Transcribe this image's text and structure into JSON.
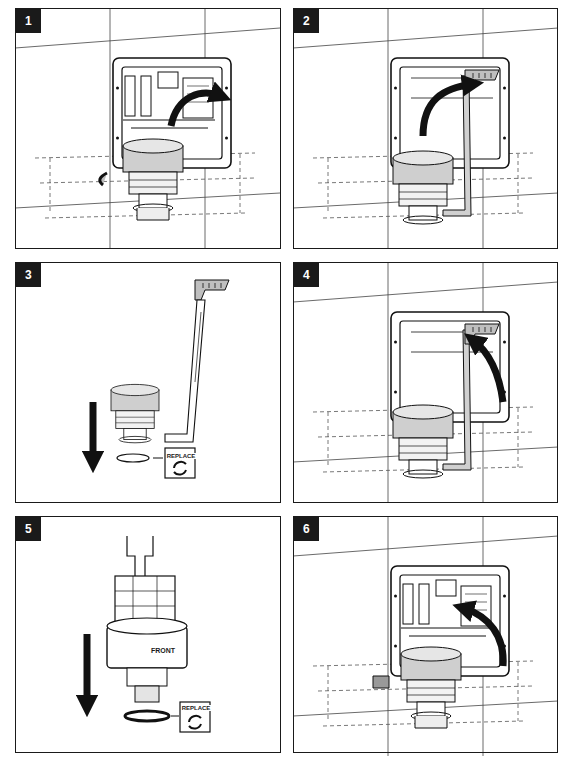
{
  "diagram": {
    "nodes": [
      {
        "text": [
          "1"
        ]
      },
      {
        "text": [
          "2"
        ]
      },
      {
        "text": [
          "3"
        ]
      },
      {
        "text": [
          "4"
        ]
      },
      {
        "text": [
          "5"
        ]
      },
      {
        "text": [
          "6"
        ]
      }
    ],
    "labels": [
      "REPLACE",
      "REPLACE",
      "FRONT"
    ]
  }
}
